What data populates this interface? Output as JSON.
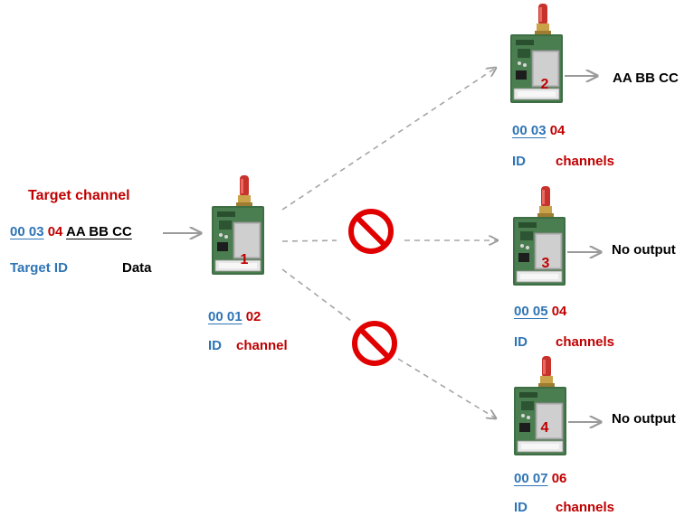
{
  "colors": {
    "id_blue": "#2e74b5",
    "channel_red": "#c00000",
    "board_green": "#3e6e44",
    "shield_silver": "#b9b9b9",
    "antenna_red": "#c8322c",
    "prohibit_red": "#e10000",
    "arrow_gray": "#9a9a9a"
  },
  "icons": [
    "radio-module",
    "antenna",
    "prohibit-icon",
    "arrow"
  ],
  "sender": {
    "target_channel_label": "Target channel",
    "packet": {
      "id": "00 03",
      "channel": "04",
      "data": "AA BB CC"
    },
    "target_id_label": "Target ID",
    "data_label": "Data"
  },
  "modules": [
    {
      "number": "1",
      "id": "00 01",
      "channel": "02",
      "id_label": "ID",
      "channel_label": "channel",
      "output": ""
    },
    {
      "number": "2",
      "id": "00 03",
      "channel": "04",
      "id_label": "ID",
      "channel_label": "channels",
      "output": "AA BB CC"
    },
    {
      "number": "3",
      "id": "00 05",
      "channel": "04",
      "id_label": "ID",
      "channel_label": "channels",
      "output": "No output"
    },
    {
      "number": "4",
      "id": "00 07",
      "channel": "06",
      "id_label": "ID",
      "channel_label": "channels",
      "output": "No output"
    }
  ]
}
